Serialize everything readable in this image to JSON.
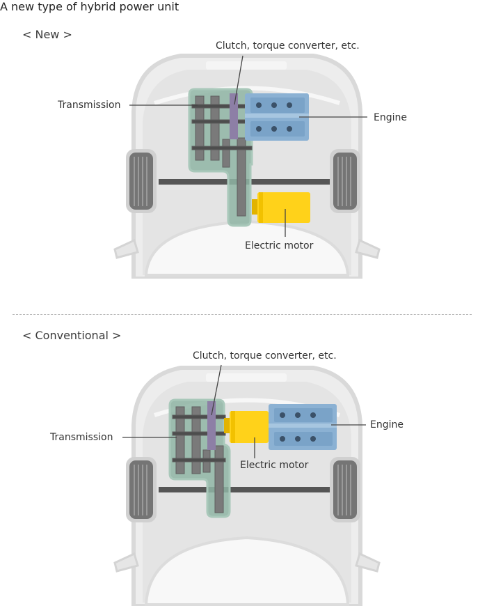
{
  "title": "A new type of hybrid power unit",
  "new_section": {
    "label": "< New >",
    "labels": {
      "clutch": "Clutch, torque converter, etc.",
      "transmission": "Transmission",
      "engine": "Engine",
      "motor": "Electric motor"
    }
  },
  "conventional_section": {
    "label": "< Conventional >",
    "labels": {
      "clutch": "Clutch, torque converter, etc.",
      "transmission": "Transmission",
      "engine": "Engine",
      "motor": "Electric motor"
    }
  },
  "colors": {
    "transmission": "#8fb5a4",
    "engine": "#8bb1d3",
    "motor": "#ffd21a",
    "clutch": "#8d7fa6",
    "car_body": "#e6e6e6",
    "tire": "#777777"
  }
}
